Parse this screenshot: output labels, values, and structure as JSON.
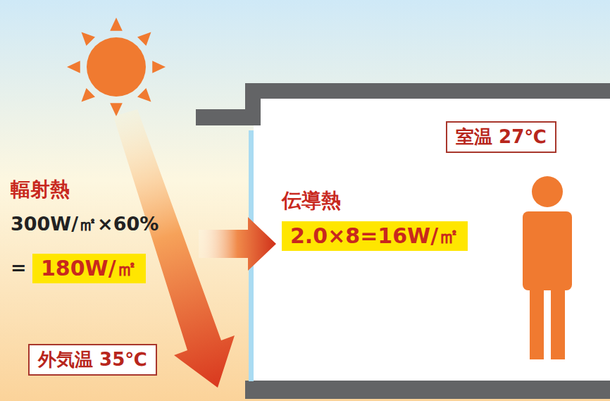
{
  "diagram": {
    "nodes": [
      {
        "text": [
          "室温 27℃"
        ]
      },
      {
        "text": [
          "伝導熱",
          "2.0×8=16W/㎡"
        ]
      },
      {
        "text": [
          "180W/㎡"
        ]
      },
      {
        "text": [
          "外気温 35℃"
        ]
      }
    ],
    "labels": [
      "輻射熱",
      "300W/㎡×60%",
      "="
    ]
  }
}
